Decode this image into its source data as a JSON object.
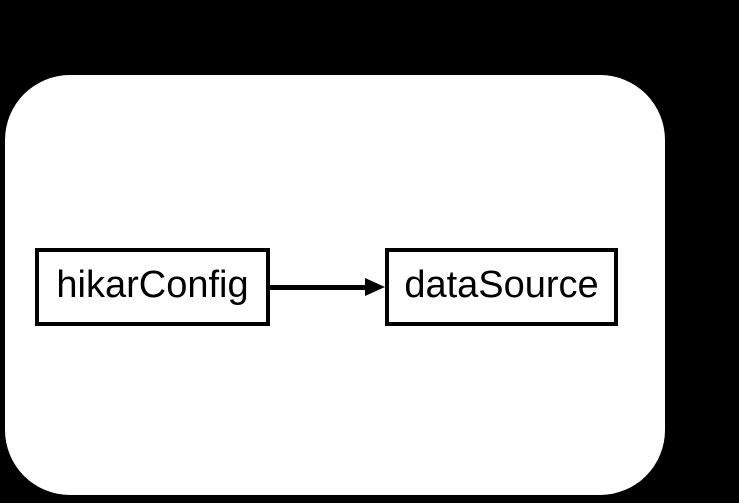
{
  "diagram": {
    "nodes": [
      {
        "id": "hikarConfig",
        "label": "hikarConfig"
      },
      {
        "id": "dataSource",
        "label": "dataSource"
      }
    ],
    "edges": [
      {
        "from": "hikarConfig",
        "to": "dataSource",
        "type": "arrow",
        "direction": "right"
      }
    ],
    "colors": {
      "bg": "#000000",
      "panel": "#ffffff",
      "node_border": "#000000",
      "node_fill": "#ffffff",
      "edge": "#000000",
      "text": "#000000"
    }
  }
}
